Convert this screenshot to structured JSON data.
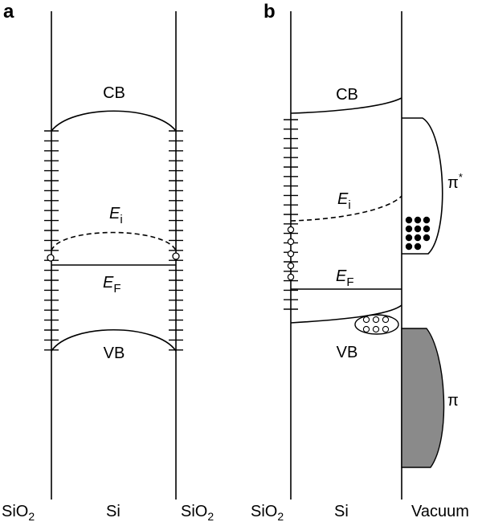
{
  "panels": {
    "a": {
      "letter": "a",
      "cb_label": "CB",
      "vb_label": "VB",
      "ei_main": "E",
      "ei_sub": "i",
      "ef_main": "E",
      "ef_sub": "F",
      "bottom_labels": [
        {
          "main": "SiO",
          "sub": "2"
        },
        {
          "main": "Si",
          "sub": ""
        },
        {
          "main": "SiO",
          "sub": "2"
        }
      ]
    },
    "b": {
      "letter": "b",
      "cb_label": "CB",
      "vb_label": "VB",
      "ei_main": "E",
      "ei_sub": "i",
      "ef_main": "E",
      "ef_sub": "F",
      "pi_star_main": "π",
      "pi_star_sup": "*",
      "pi_label": "π",
      "bottom_labels": [
        {
          "main": "SiO",
          "sub": "2"
        },
        {
          "main": "Si",
          "sub": ""
        },
        {
          "main": "Vacuum",
          "sub": ""
        }
      ]
    }
  },
  "colors": {
    "line": "#000000",
    "pi_band_fill": "#8a8a8a",
    "background": "#ffffff"
  }
}
